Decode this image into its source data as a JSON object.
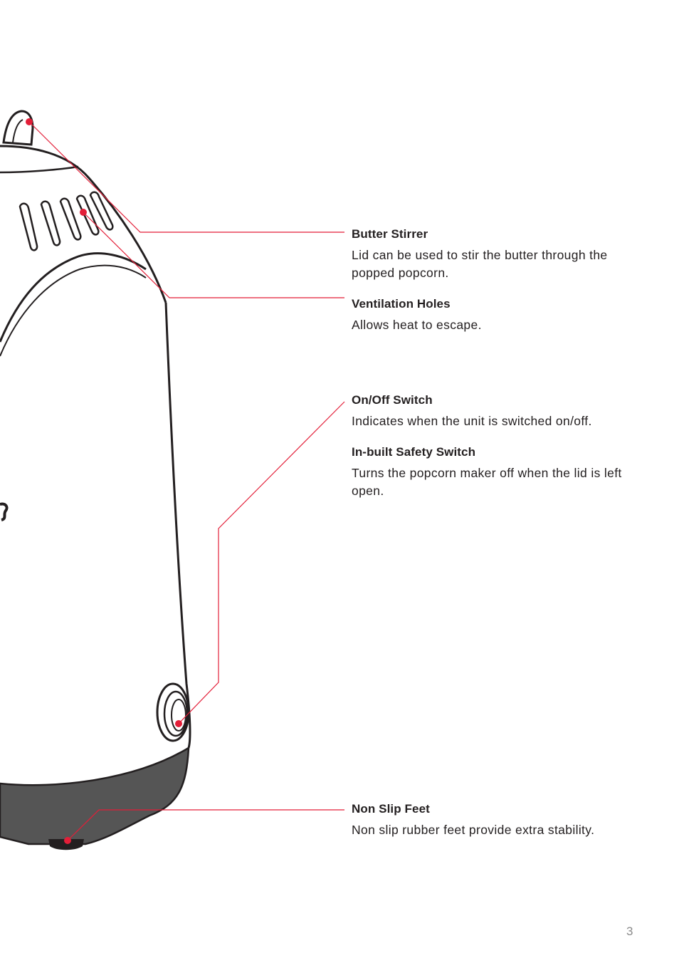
{
  "features": [
    {
      "title": "Butter Stirrer",
      "description": "Lid can be used to stir the butter through the popped popcorn."
    },
    {
      "title": "Ventilation Holes",
      "description": "Allows heat to escape."
    },
    {
      "title": "On/Off Switch",
      "description": "Indicates when the unit is switched on/off."
    },
    {
      "title": "In-built Safety Switch",
      "description": "Turns the popcorn maker off when the lid is left open."
    },
    {
      "title": "Non Slip Feet",
      "description": "Non slip rubber feet provide extra stability."
    }
  ],
  "page_number": "3",
  "colors": {
    "callout": "#e31e38",
    "outline": "#231f20",
    "base": "#555555"
  }
}
